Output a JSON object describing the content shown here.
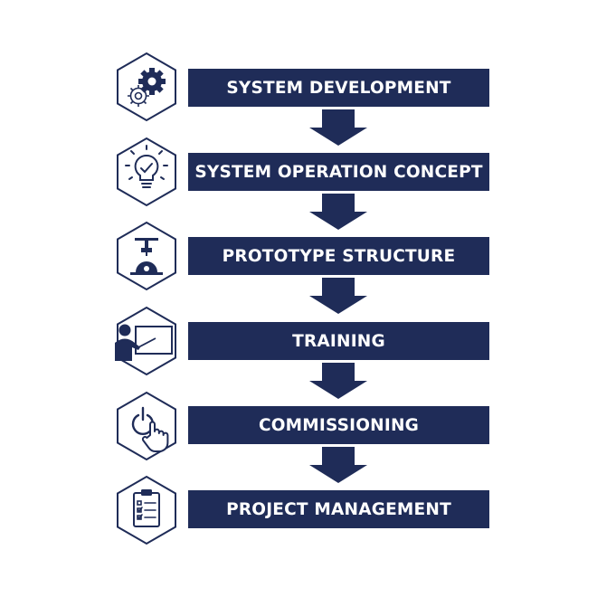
{
  "steps": [
    {
      "label": "SYSTEM DEVELOPMENT",
      "icon": "gears-icon"
    },
    {
      "label": "SYSTEM OPERATION CONCEPT",
      "icon": "lightbulb-icon"
    },
    {
      "label": "PROTOTYPE STRUCTURE",
      "icon": "press-machine-icon"
    },
    {
      "label": "TRAINING",
      "icon": "presenter-icon"
    },
    {
      "label": "COMMISSIONING",
      "icon": "power-touch-icon"
    },
    {
      "label": "PROJECT MANAGEMENT",
      "icon": "clipboard-checklist-icon"
    }
  ],
  "colors": {
    "bar": "#1f2c58",
    "bar_text": "#ffffff",
    "icon_stroke": "#1f2c58",
    "background": "#ffffff"
  }
}
